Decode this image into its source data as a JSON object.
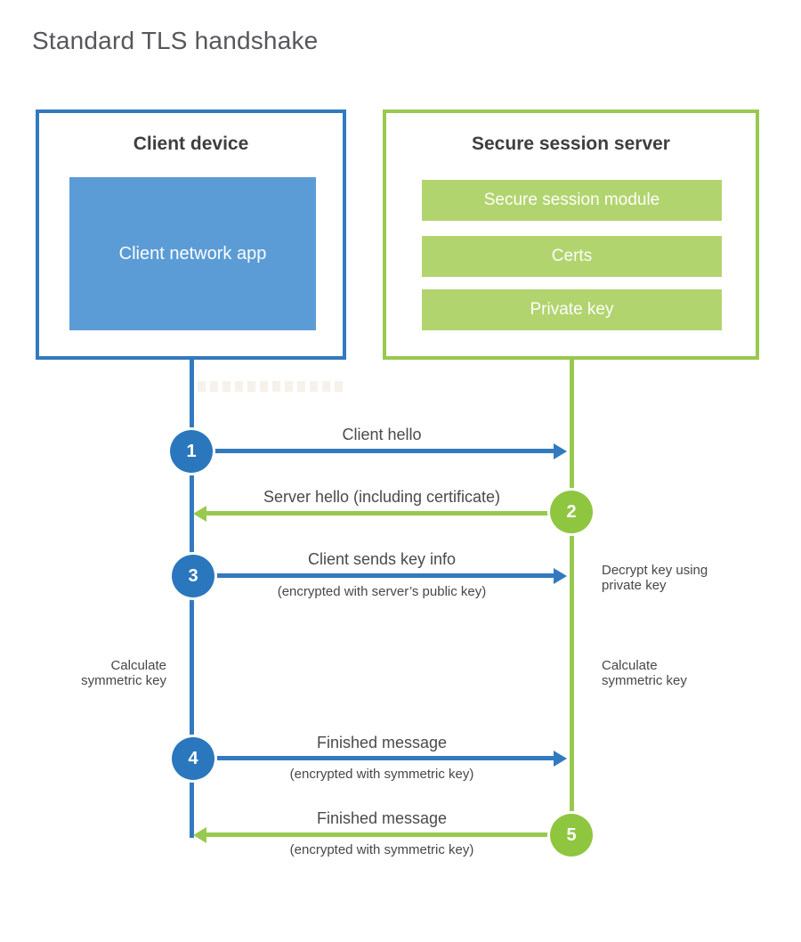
{
  "title": "Standard TLS handshake",
  "colors": {
    "blue_stroke": "#327abf",
    "blue_circle": "#2b77bd",
    "blue_fill": "#5b9cd6",
    "green_stroke": "#98c94e",
    "green_circle": "#8ec63f",
    "green_fill": "#b2d46f",
    "heading_text": "#3d3e40",
    "label_text": "#4a4a4b"
  },
  "client": {
    "title": "Client device",
    "app_label": "Client network app"
  },
  "server": {
    "title": "Secure session server",
    "modules": [
      "Secure session module",
      "Certs",
      "Private key"
    ]
  },
  "steps": [
    {
      "num": "1",
      "label": "Client hello",
      "sub": "",
      "direction": "right",
      "color": "blue"
    },
    {
      "num": "2",
      "label": "Server hello (including certificate)",
      "sub": "",
      "direction": "left",
      "color": "green"
    },
    {
      "num": "3",
      "label": "Client sends key info",
      "sub": "(encrypted with server’s public key)",
      "direction": "right",
      "color": "blue"
    },
    {
      "num": "4",
      "label": "Finished message",
      "sub": "(encrypted with symmetric key)",
      "direction": "right",
      "color": "blue"
    },
    {
      "num": "5",
      "label": "Finished message",
      "sub": "(encrypted with symmetric key)",
      "direction": "left",
      "color": "green"
    }
  ],
  "annotations": {
    "decrypt": "Decrypt key using private key",
    "calc_left": "Calculate symmetric key",
    "calc_right": "Calculate symmetric key"
  }
}
